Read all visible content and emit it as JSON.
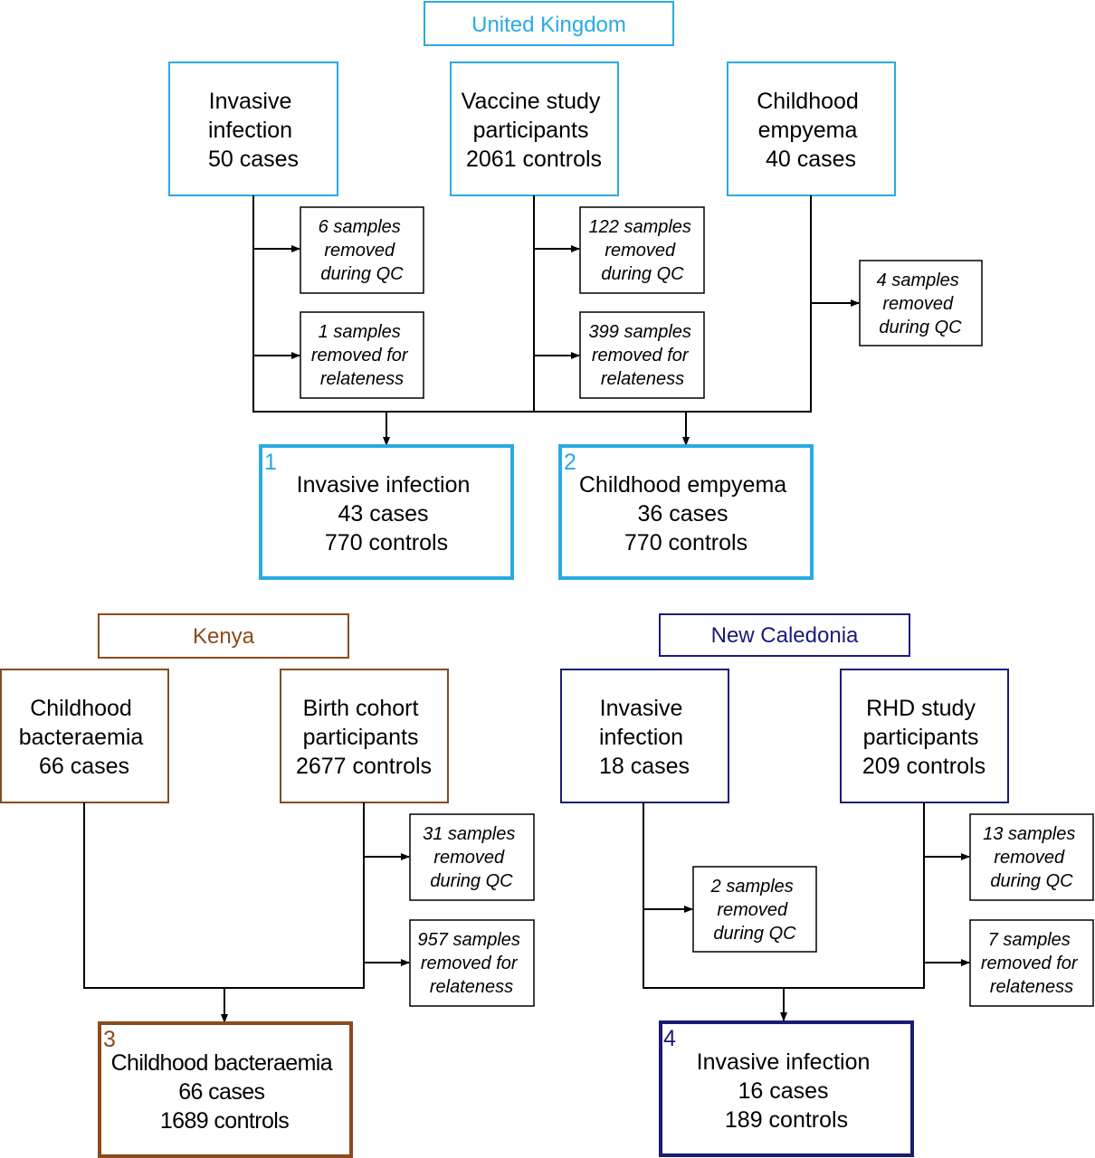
{
  "colors": {
    "uk": "#29abe2",
    "kenya": "#8b4a1c",
    "new_caledonia": "#1b1b78",
    "line": "#000000"
  },
  "uk": {
    "title": "United Kingdom",
    "invasive": [
      "Invasive",
      "infection",
      "50 cases"
    ],
    "vaccine": [
      "Vaccine study",
      "participants",
      "2061 controls"
    ],
    "empyema": [
      "Childhood",
      "empyema",
      "40 cases"
    ],
    "inv_qc": [
      "6 samples",
      "removed",
      "during QC"
    ],
    "inv_rel": [
      "1 samples",
      "removed for",
      "relateness"
    ],
    "vac_qc": [
      "122 samples",
      "removed",
      "during QC"
    ],
    "vac_rel": [
      "399 samples",
      "removed for",
      "relateness"
    ],
    "emp_qc": [
      "4 samples",
      "removed",
      "during QC"
    ],
    "result1": {
      "number": "1",
      "lines": [
        "Invasive infection",
        "43 cases",
        "770 controls"
      ]
    },
    "result2": {
      "number": "2",
      "lines": [
        "Childhood empyema",
        "36 cases",
        "770 controls"
      ]
    }
  },
  "kenya": {
    "title": "Kenya",
    "bacteraemia": [
      "Childhood",
      "bacteraemia",
      "66 cases"
    ],
    "birth_cohort": [
      "Birth cohort",
      "participants",
      "2677 controls"
    ],
    "bc_qc": [
      "31 samples",
      "removed",
      "during QC"
    ],
    "bc_rel": [
      "957 samples",
      "removed for",
      "relateness"
    ],
    "result3": {
      "number": "3",
      "lines": [
        "Childhood bacteraemia",
        "66 cases",
        "1689 controls"
      ]
    }
  },
  "new_caledonia": {
    "title": "New Caledonia",
    "invasive": [
      "Invasive",
      "infection",
      "18 cases"
    ],
    "rhd": [
      "RHD study",
      "participants",
      "209 controls"
    ],
    "inv_qc": [
      "2 samples",
      "removed",
      "during QC"
    ],
    "rhd_qc": [
      "13 samples",
      "removed",
      "during QC"
    ],
    "rhd_rel": [
      "7 samples",
      "removed for",
      "relateness"
    ],
    "result4": {
      "number": "4",
      "lines": [
        "Invasive infection",
        "16 cases",
        "189 controls"
      ]
    }
  }
}
